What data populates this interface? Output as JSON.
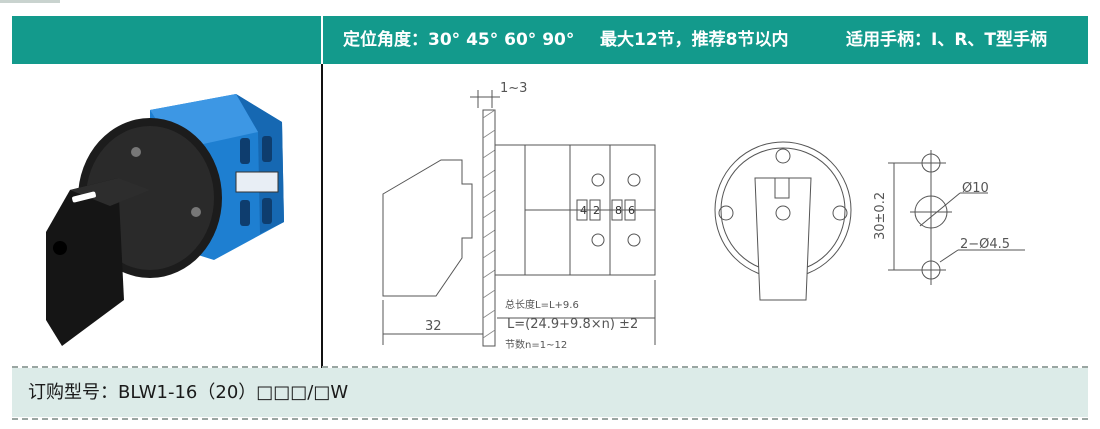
{
  "header": {
    "spec_angle": "定位角度：30° 45° 60° 90°",
    "spec_sections": "最大12节，推荐8节以内",
    "spec_handles": "适用手柄：I、R、T型手柄"
  },
  "drawing": {
    "panel_thickness": "1~3",
    "length_formula_label": "总长度L=L+9.6",
    "length_formula": "L=(24.9+9.8×n) ±2",
    "sections_label": "节数n=1~12",
    "handle_depth": "32",
    "contact_numbers": [
      "4",
      "2",
      "8",
      "6"
    ]
  },
  "mounting": {
    "diameter": "Ø10",
    "holes": "2−Ø4.5",
    "spacing": "30±0.2"
  },
  "order": {
    "text": "订购型号：BLW1-16（20）□□□/□W"
  },
  "colors": {
    "header_bg": "#139a8c",
    "order_bg": "#dcebe8",
    "switch_body": "#1e7fd1",
    "handle": "#1a1a1a"
  }
}
